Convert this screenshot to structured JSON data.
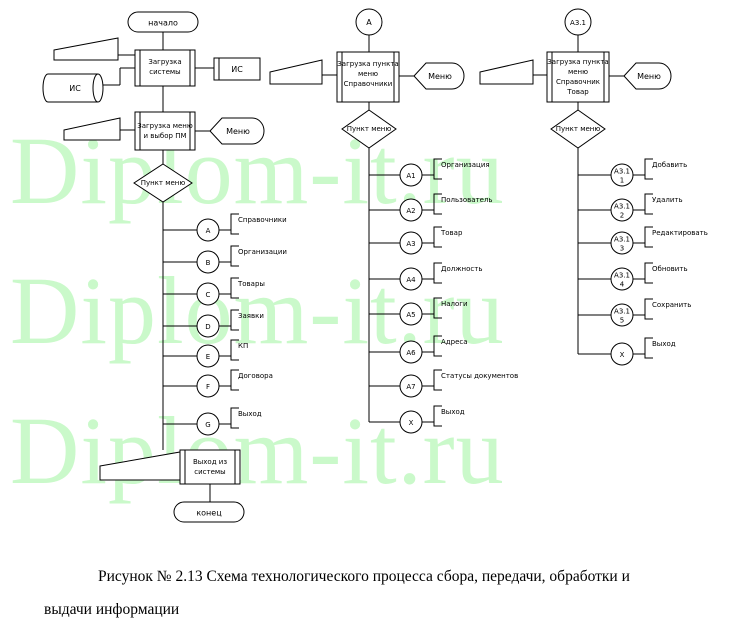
{
  "watermark": [
    "Diplom-it.ru",
    "Diplom-it.ru",
    "Diplom-it.ru"
  ],
  "col1": {
    "start": "начало",
    "load_system": [
      "Загрузка",
      "системы"
    ],
    "is_left": "ИС",
    "is_right": "ИС",
    "load_menu": [
      "Загрузка меню",
      "и выбор ПМ"
    ],
    "menu": "Меню",
    "decision": "Пункт меню",
    "nodes": [
      "A",
      "B",
      "C",
      "D",
      "E",
      "F",
      "G"
    ],
    "labels": [
      "Справочники",
      "Организации",
      "Товары",
      "Заявки",
      "КП",
      "Договора",
      "Выход"
    ],
    "exit_system": [
      "Выход из",
      "системы"
    ],
    "end": "конец"
  },
  "col2": {
    "connector": "A",
    "load_item": [
      "Загрузка пункта",
      "меню",
      "Справочники"
    ],
    "menu": "Меню",
    "decision": "Пункт меню",
    "nodes": [
      "A1",
      "A2",
      "A3",
      "A4",
      "A5",
      "A6",
      "A7",
      "X"
    ],
    "labels": [
      "Организация",
      "Пользователь",
      "Товар",
      "Должность",
      "Налоги",
      "Адреса",
      "Статусы документов",
      "Выход"
    ]
  },
  "col3": {
    "connector": "A3.1",
    "load_item": [
      "Загрузка пункта",
      "меню",
      "Справочник",
      "Товар"
    ],
    "menu": "Меню",
    "decision": "Пункт меню",
    "nodes": [
      [
        "A3.1",
        "1"
      ],
      [
        "A3.1",
        "2"
      ],
      [
        "A3.1",
        "3"
      ],
      [
        "A3.1",
        "4"
      ],
      [
        "A3.1",
        "5"
      ],
      [
        "X"
      ]
    ],
    "labels": [
      "Добавить",
      "Удалить",
      "Редактировать",
      "Обновить",
      "Сохранить",
      "Выход"
    ]
  },
  "caption": {
    "line1": "Рисунок № 2.13 Схема технологического процесса сбора, передачи, обработки и",
    "line2": "выдачи информации"
  }
}
